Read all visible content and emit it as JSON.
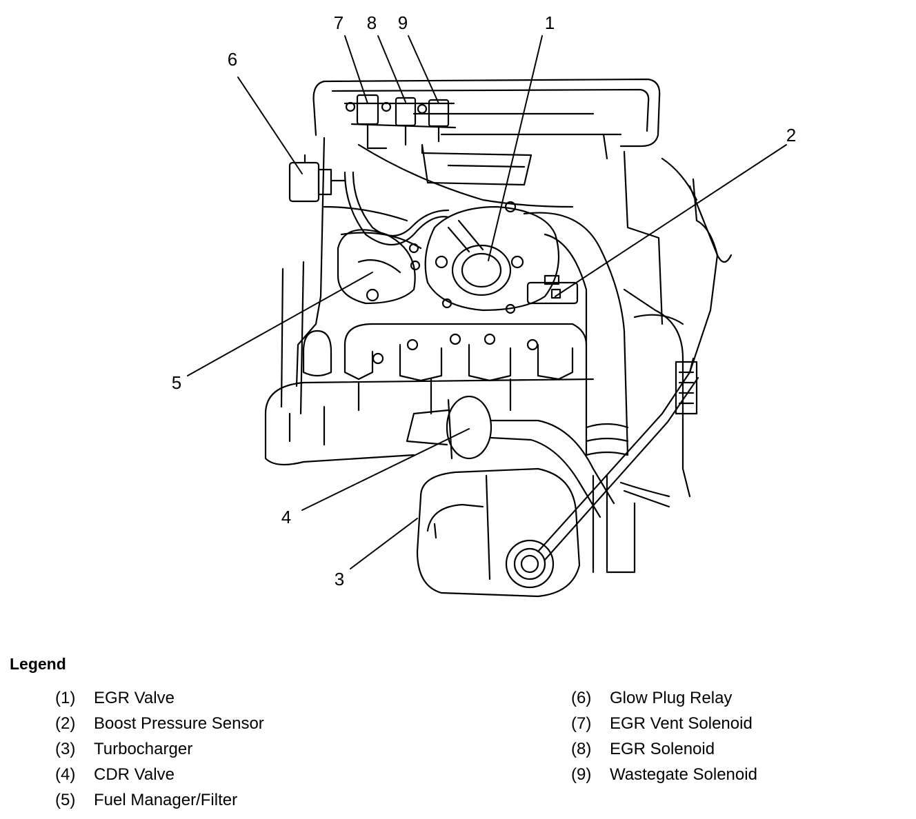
{
  "callouts": [
    {
      "id": "c1",
      "text": "1"
    },
    {
      "id": "c2",
      "text": "2"
    },
    {
      "id": "c3",
      "text": "3"
    },
    {
      "id": "c4",
      "text": "4"
    },
    {
      "id": "c5",
      "text": "5"
    },
    {
      "id": "c6",
      "text": "6"
    },
    {
      "id": "c7",
      "text": "7"
    },
    {
      "id": "c8",
      "text": "8"
    },
    {
      "id": "c9",
      "text": "9"
    }
  ],
  "legend": {
    "title": "Legend",
    "left_items": [
      {
        "num": "(1)",
        "label": "EGR Valve"
      },
      {
        "num": "(2)",
        "label": "Boost Pressure Sensor"
      },
      {
        "num": "(3)",
        "label": "Turbocharger"
      },
      {
        "num": "(4)",
        "label": "CDR Valve"
      },
      {
        "num": "(5)",
        "label": "Fuel Manager/Filter"
      }
    ],
    "right_items": [
      {
        "num": "(6)",
        "label": "Glow Plug Relay"
      },
      {
        "num": "(7)",
        "label": "EGR Vent Solenoid"
      },
      {
        "num": "(8)",
        "label": "EGR Solenoid"
      },
      {
        "num": "(9)",
        "label": "Wastegate Solenoid"
      }
    ]
  }
}
